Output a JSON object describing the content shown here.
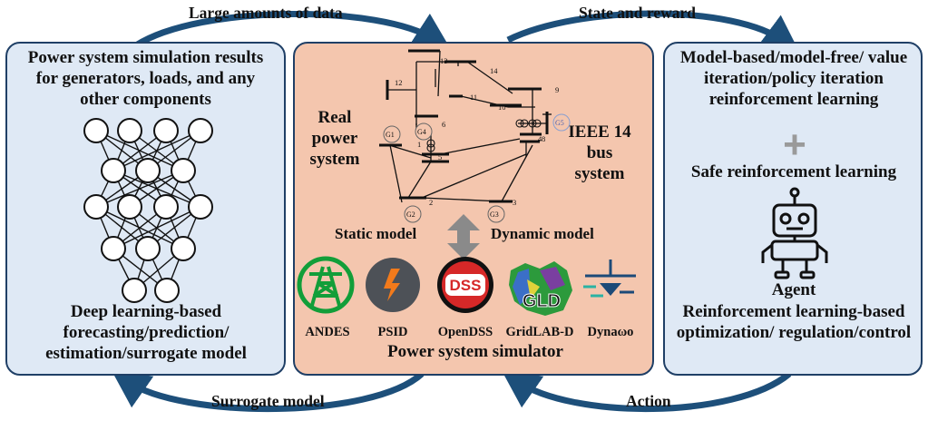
{
  "flows": {
    "top_left": "Large amounts of data",
    "top_right": "State and reward",
    "bottom_left": "Surrogate model",
    "bottom_right": "Action"
  },
  "left": {
    "top_text": "Power system simulation results for generators, loads, and any other components",
    "bottom_text": "Deep learning-based forecasting/prediction/ estimation/surrogate model"
  },
  "center": {
    "real_system": "Real power system",
    "ieee": "IEEE 14 bus system",
    "static_model": "Static model",
    "dynamic_model": "Dynamic model",
    "simulator_title": "Power system simulator",
    "tools": [
      "ANDES",
      "PSID",
      "OpenDSS",
      "GridLAB-D",
      "Dynaωo"
    ],
    "dss_logo": "DSS",
    "gld_logo": "GLD",
    "generators": [
      "G1",
      "G2",
      "G3",
      "G4",
      "G5"
    ],
    "buses": [
      "1",
      "2",
      "3",
      "4",
      "5",
      "6",
      "8",
      "9",
      "10",
      "11",
      "12",
      "13",
      "14"
    ]
  },
  "right": {
    "rl_types": "Model-based/model-free/ value iteration/policy iteration reinforcement learning",
    "plus": "+",
    "safe_rl": "Safe reinforcement learning",
    "agent": "Agent",
    "rl_optimization": "Reinforcement learning-based optimization/ regulation/control"
  },
  "colors": {
    "panel_blue": "#dfe9f5",
    "panel_orange": "#f4c6ae",
    "border": "#1f3f66",
    "arrow": "#1d4f7a"
  }
}
